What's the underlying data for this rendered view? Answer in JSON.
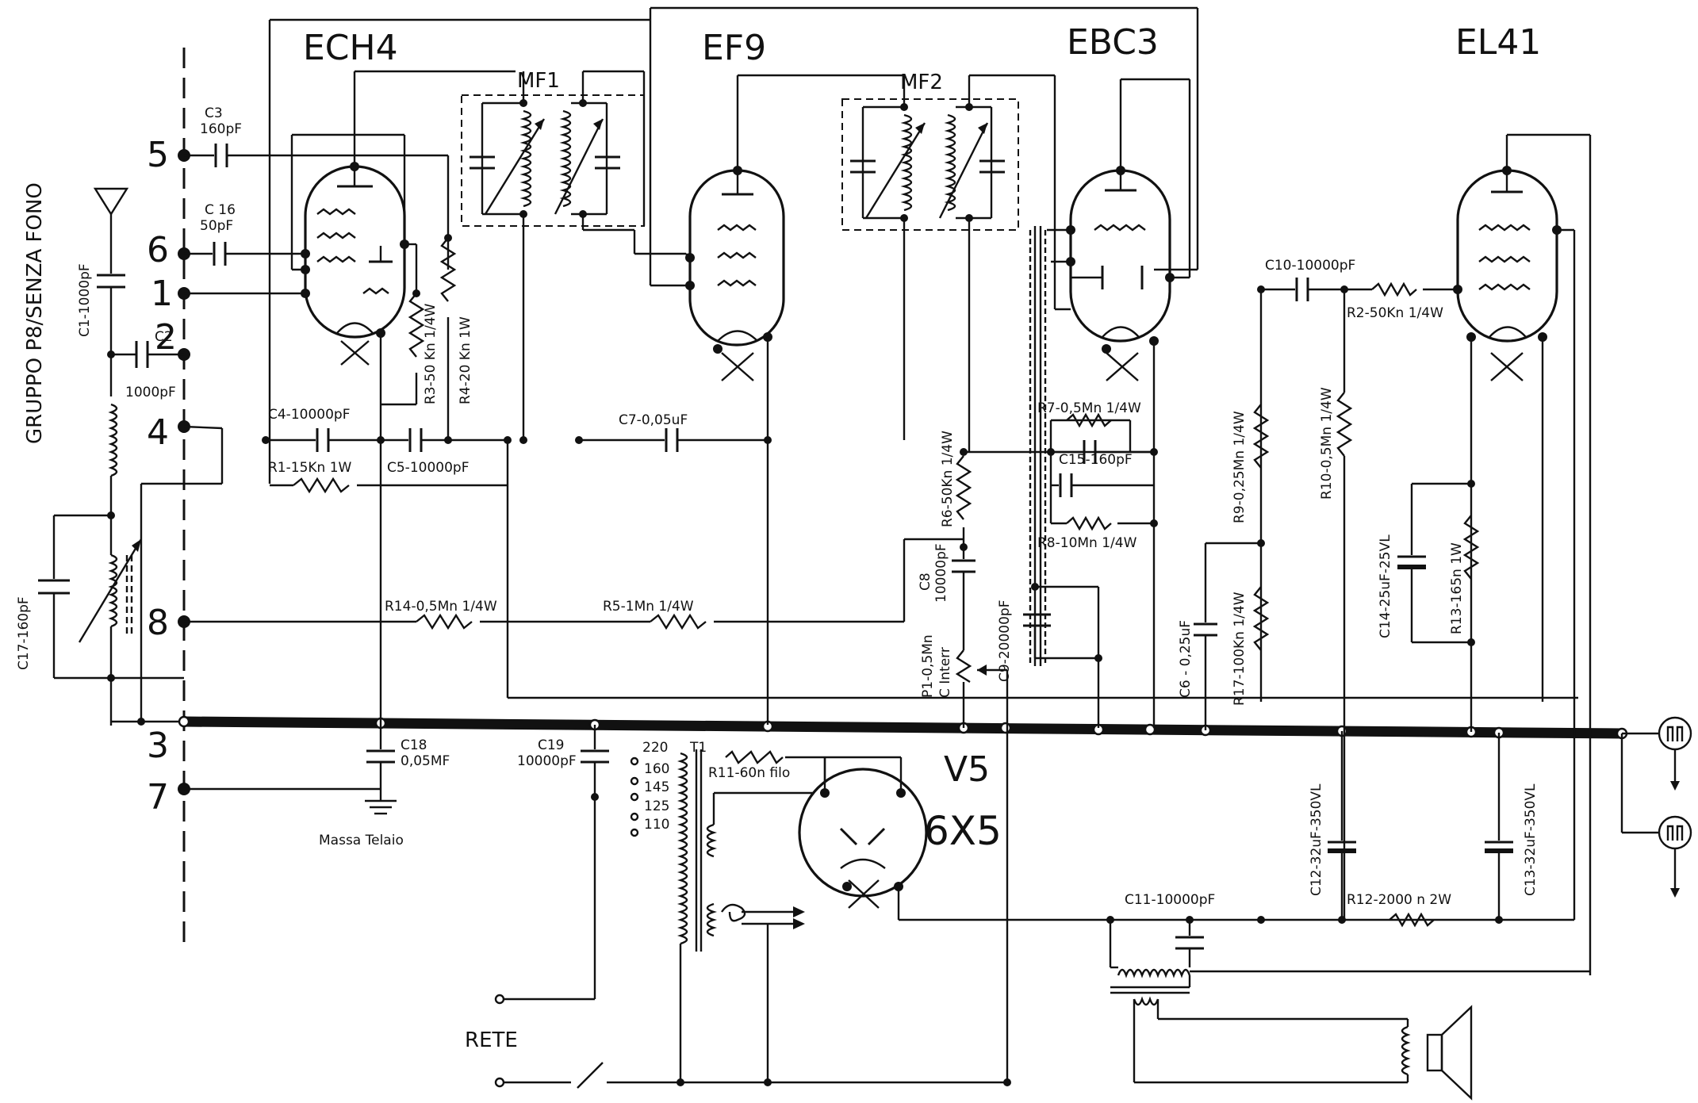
{
  "title": "GRUPPO  P8/SENZA FONO",
  "tubes": {
    "ech4": "ECH4",
    "ef9": "EF9",
    "ebc3": "EBC3",
    "el41": "EL41",
    "v5": "V5",
    "x6x5": "6X5"
  },
  "if_transformers": {
    "mf1": "MF1",
    "mf2": "MF2"
  },
  "terminals": {
    "t1": "1",
    "t2": "2",
    "t3": "3",
    "t4": "4",
    "t5": "5",
    "t6": "6",
    "t7": "7",
    "t8": "8"
  },
  "components": {
    "c1": "C1-1000pF",
    "c2a": "C2",
    "c2b": "1000pF",
    "c3a": "C3",
    "c3b": "160pF",
    "c16a": "C 16",
    "c16b": "50pF",
    "c17": "C17-160pF",
    "c4": "C4-10000pF",
    "c5": "C5-10000pF",
    "r1": "R1-15Kn 1W",
    "r3": "R3-50 Kn 1/4W",
    "r4": "R4-20 Kn 1W",
    "c7": "C7-0,05uF",
    "r14": "R14-0,5Mn 1/4W",
    "r5": "R5-1Mn 1/4W",
    "r6": "R6-50Kn 1/4W",
    "c8a": "C8",
    "c8b": "10000pF",
    "c9": "C9-20000pF",
    "p1a": "P1-0,5Mn",
    "p1b": "C Interr",
    "r7": "R7-0,5Mn 1/4W",
    "c15": "C15-160pF",
    "r8": "R8-10Mn 1/4W",
    "c6": "C6 - 0,25uF",
    "r17": "R17-100Kn 1/4W",
    "r9": "R9-0,25Mn 1/4W",
    "c10": "C10-10000pF",
    "r2": "R2-50Kn 1/4W",
    "r10": "R10-0,5Mn 1/4W",
    "c14": "C14-25uF-25VL",
    "r13": "R13-165n 1W",
    "c18a": "C18",
    "c18b": "0,05MF",
    "ground": "Massa Telaio",
    "c19a": "C19",
    "c19b": "10000pF",
    "t1": "T1",
    "tap220": "220",
    "tap160": "160",
    "tap145": "145",
    "tap125": "125",
    "tap110": "110",
    "r11": "R11-60n filo",
    "c11": "C11-10000pF",
    "c12": "C12-32uF-350VL",
    "c13": "C13-32uF-350VL",
    "r12": "R12-2000 n 2W",
    "rete": "RETE"
  }
}
